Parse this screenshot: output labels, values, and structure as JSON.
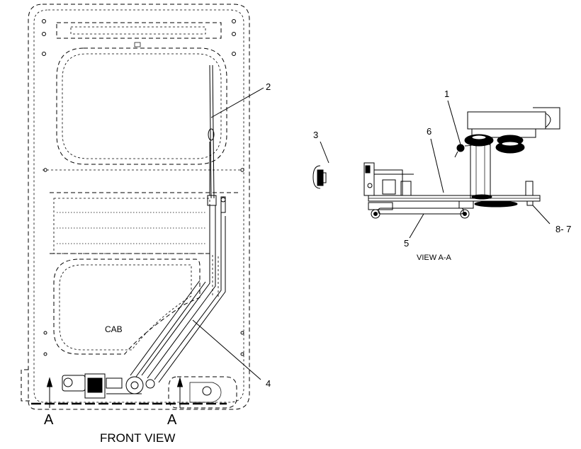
{
  "front_view": {
    "title": "FRONT VIEW",
    "cab_label": "CAB",
    "section_marker_left": "A",
    "section_marker_right": "A"
  },
  "section_view": {
    "title": "VIEW A-A"
  },
  "callouts": {
    "c1": "1",
    "c2": "2",
    "c3": "3",
    "c4": "4",
    "c5": "5",
    "c6": "6",
    "c87": "8- 7"
  }
}
